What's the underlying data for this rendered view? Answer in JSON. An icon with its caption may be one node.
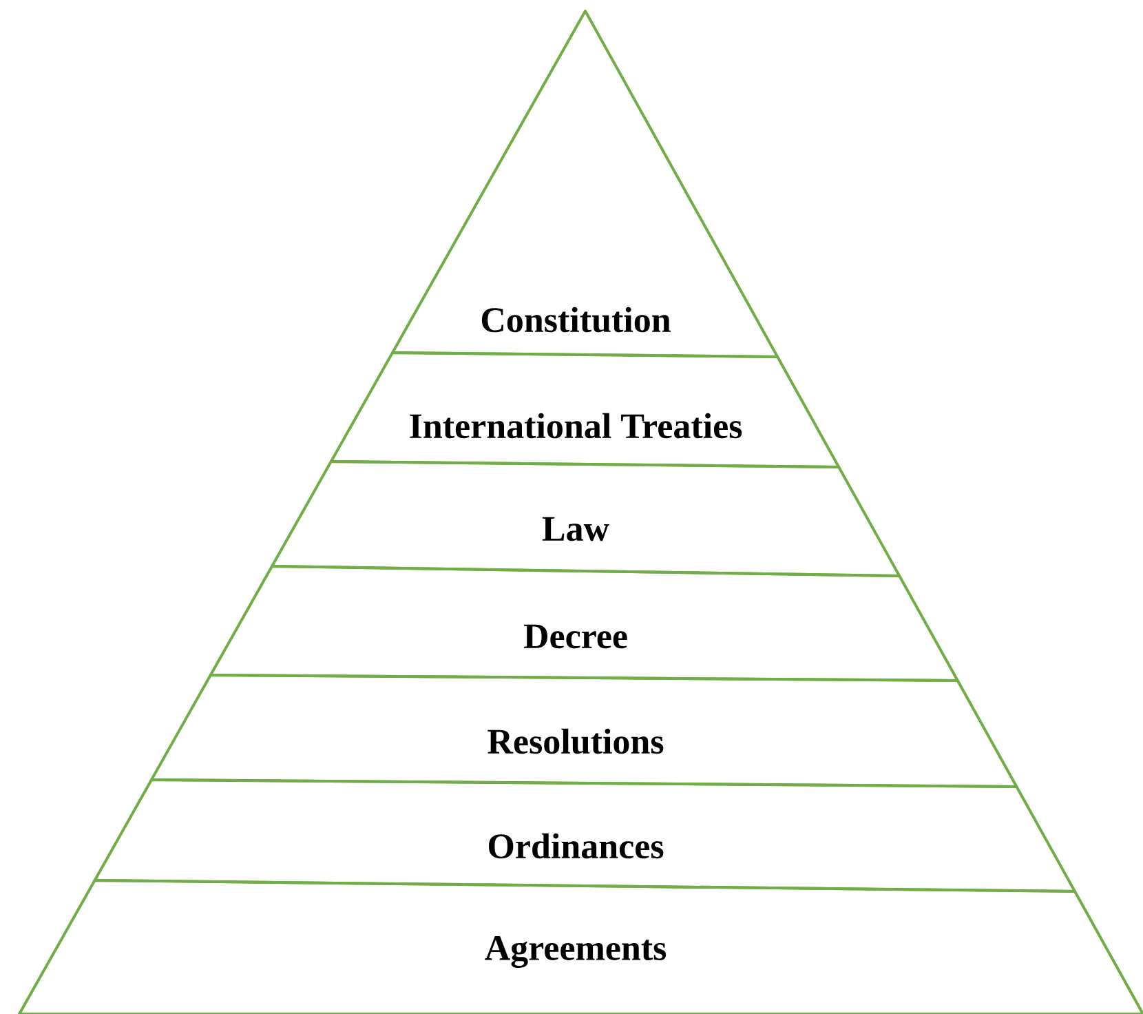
{
  "diagram": {
    "nodes": [
      {
        "text": [
          "Constitution"
        ]
      },
      {
        "text": [
          "International Treaties"
        ]
      },
      {
        "text": [
          "Law"
        ]
      },
      {
        "text": [
          "Decree"
        ]
      },
      {
        "text": [
          "Resolutions"
        ]
      },
      {
        "text": [
          "Ordinances"
        ]
      },
      {
        "text": [
          "Agreements"
        ]
      }
    ]
  }
}
